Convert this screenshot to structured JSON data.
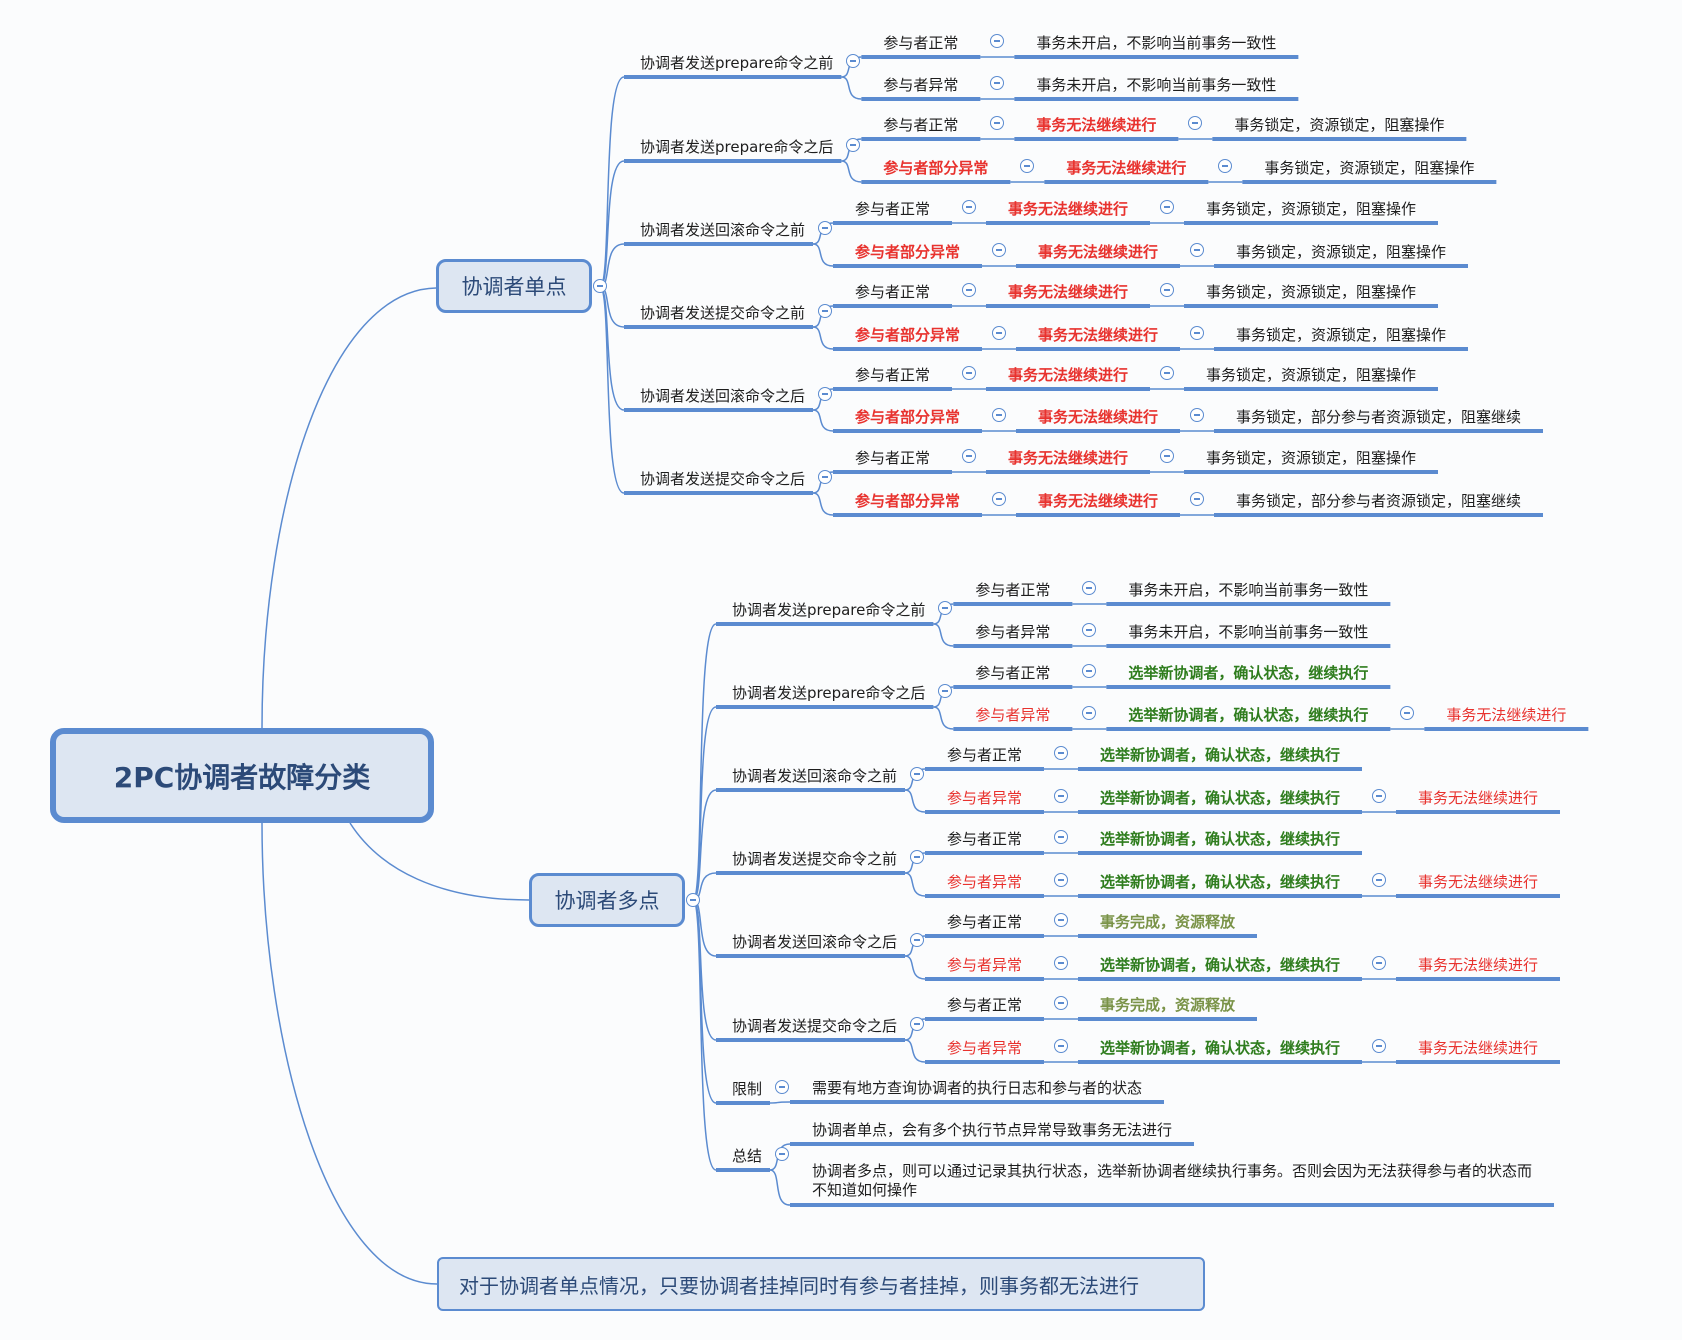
{
  "root": {
    "label": "2PC协调者故障分类"
  },
  "colors": {
    "line": "#5b8bd0",
    "red": "#e8322e",
    "green": "#2f7d1e",
    "olive": "#7a9348",
    "topic_fill": "#dde6f2",
    "topic_text": "#2c4a78"
  },
  "single": {
    "label": "协调者单点",
    "branches": [
      {
        "label": "协调者发送prepare命令之前",
        "rows": [
          {
            "cells": [
              {
                "text": "参与者正常",
                "style": "normal"
              },
              {
                "text": "事务未开启，不影响当前事务一致性",
                "style": "normal"
              }
            ]
          },
          {
            "cells": [
              {
                "text": "参与者异常",
                "style": "normal"
              },
              {
                "text": "事务未开启，不影响当前事务一致性",
                "style": "normal"
              }
            ]
          }
        ]
      },
      {
        "label": "协调者发送prepare命令之后",
        "rows": [
          {
            "cells": [
              {
                "text": "参与者正常",
                "style": "normal"
              },
              {
                "text": "事务无法继续进行",
                "style": "redb"
              },
              {
                "text": "事务锁定，资源锁定，阻塞操作",
                "style": "normal"
              }
            ]
          },
          {
            "cells": [
              {
                "text": "参与者部分异常",
                "style": "redb"
              },
              {
                "text": "事务无法继续进行",
                "style": "redb"
              },
              {
                "text": "事务锁定，资源锁定，阻塞操作",
                "style": "normal"
              }
            ]
          }
        ]
      },
      {
        "label": "协调者发送回滚命令之前",
        "rows": [
          {
            "cells": [
              {
                "text": "参与者正常",
                "style": "normal"
              },
              {
                "text": "事务无法继续进行",
                "style": "redb"
              },
              {
                "text": "事务锁定，资源锁定，阻塞操作",
                "style": "normal"
              }
            ]
          },
          {
            "cells": [
              {
                "text": "参与者部分异常",
                "style": "redb"
              },
              {
                "text": "事务无法继续进行",
                "style": "redb"
              },
              {
                "text": "事务锁定，资源锁定，阻塞操作",
                "style": "normal"
              }
            ]
          }
        ]
      },
      {
        "label": "协调者发送提交命令之前",
        "rows": [
          {
            "cells": [
              {
                "text": "参与者正常",
                "style": "normal"
              },
              {
                "text": "事务无法继续进行",
                "style": "redb"
              },
              {
                "text": "事务锁定，资源锁定，阻塞操作",
                "style": "normal"
              }
            ]
          },
          {
            "cells": [
              {
                "text": "参与者部分异常",
                "style": "redb"
              },
              {
                "text": "事务无法继续进行",
                "style": "redb"
              },
              {
                "text": "事务锁定，资源锁定，阻塞操作",
                "style": "normal"
              }
            ]
          }
        ]
      },
      {
        "label": "协调者发送回滚命令之后",
        "rows": [
          {
            "cells": [
              {
                "text": "参与者正常",
                "style": "normal"
              },
              {
                "text": "事务无法继续进行",
                "style": "redb"
              },
              {
                "text": "事务锁定，资源锁定，阻塞操作",
                "style": "normal"
              }
            ]
          },
          {
            "cells": [
              {
                "text": "参与者部分异常",
                "style": "redb"
              },
              {
                "text": "事务无法继续进行",
                "style": "redb"
              },
              {
                "text": "事务锁定，部分参与者资源锁定，阻塞继续",
                "style": "normal"
              }
            ]
          }
        ]
      },
      {
        "label": "协调者发送提交命令之后",
        "rows": [
          {
            "cells": [
              {
                "text": "参与者正常",
                "style": "normal"
              },
              {
                "text": "事务无法继续进行",
                "style": "redb"
              },
              {
                "text": "事务锁定，资源锁定，阻塞操作",
                "style": "normal"
              }
            ]
          },
          {
            "cells": [
              {
                "text": "参与者部分异常",
                "style": "redb"
              },
              {
                "text": "事务无法继续进行",
                "style": "redb"
              },
              {
                "text": "事务锁定，部分参与者资源锁定，阻塞继续",
                "style": "normal"
              }
            ]
          }
        ]
      }
    ]
  },
  "multi": {
    "label": "协调者多点",
    "branches": [
      {
        "label": "协调者发送prepare命令之前",
        "rows": [
          {
            "cells": [
              {
                "text": "参与者正常",
                "style": "normal"
              },
              {
                "text": "事务未开启，不影响当前事务一致性",
                "style": "normal"
              }
            ]
          },
          {
            "cells": [
              {
                "text": "参与者异常",
                "style": "normal"
              },
              {
                "text": "事务未开启，不影响当前事务一致性",
                "style": "normal"
              }
            ]
          }
        ]
      },
      {
        "label": "协调者发送prepare命令之后",
        "rows": [
          {
            "cells": [
              {
                "text": "参与者正常",
                "style": "normal"
              },
              {
                "text": "选举新协调者，确认状态，继续执行",
                "style": "green"
              }
            ]
          },
          {
            "cells": [
              {
                "text": "参与者异常",
                "style": "red"
              },
              {
                "text": "选举新协调者，确认状态，继续执行",
                "style": "green"
              },
              {
                "text": "事务无法继续进行",
                "style": "red"
              }
            ]
          }
        ]
      },
      {
        "label": "协调者发送回滚命令之前",
        "rows": [
          {
            "cells": [
              {
                "text": "参与者正常",
                "style": "normal"
              },
              {
                "text": "选举新协调者，确认状态，继续执行",
                "style": "green"
              }
            ]
          },
          {
            "cells": [
              {
                "text": "参与者异常",
                "style": "red"
              },
              {
                "text": "选举新协调者，确认状态，继续执行",
                "style": "green"
              },
              {
                "text": "事务无法继续进行",
                "style": "red"
              }
            ]
          }
        ]
      },
      {
        "label": "协调者发送提交命令之前",
        "rows": [
          {
            "cells": [
              {
                "text": "参与者正常",
                "style": "normal"
              },
              {
                "text": "选举新协调者，确认状态，继续执行",
                "style": "green"
              }
            ]
          },
          {
            "cells": [
              {
                "text": "参与者异常",
                "style": "red"
              },
              {
                "text": "选举新协调者，确认状态，继续执行",
                "style": "green"
              },
              {
                "text": "事务无法继续进行",
                "style": "red"
              }
            ]
          }
        ]
      },
      {
        "label": "协调者发送回滚命令之后",
        "rows": [
          {
            "cells": [
              {
                "text": "参与者正常",
                "style": "normal"
              },
              {
                "text": "事务完成，资源释放",
                "style": "olive"
              }
            ]
          },
          {
            "cells": [
              {
                "text": "参与者异常",
                "style": "red"
              },
              {
                "text": "选举新协调者，确认状态，继续执行",
                "style": "green"
              },
              {
                "text": "事务无法继续进行",
                "style": "red"
              }
            ]
          }
        ]
      },
      {
        "label": "协调者发送提交命令之后",
        "rows": [
          {
            "cells": [
              {
                "text": "参与者正常",
                "style": "normal"
              },
              {
                "text": "事务完成，资源释放",
                "style": "olive"
              }
            ]
          },
          {
            "cells": [
              {
                "text": "参与者异常",
                "style": "red"
              },
              {
                "text": "选举新协调者，确认状态，继续执行",
                "style": "green"
              },
              {
                "text": "事务无法继续进行",
                "style": "red"
              }
            ]
          }
        ]
      },
      {
        "label": "限制",
        "rows": [
          {
            "cells": [
              {
                "text": "需要有地方查询协调者的执行日志和参与者的状态",
                "style": "normal"
              }
            ]
          }
        ]
      },
      {
        "label": "总结",
        "rows": [
          {
            "cells": [
              {
                "text": "协调者单点，会有多个执行节点异常导致事务无法进行",
                "style": "normal"
              }
            ]
          },
          {
            "cells": [
              {
                "text": "协调者多点，则可以通过记录其执行状态，选举新协调者继续执行事务。否则会因为无法获得参与者的状态而\n不知道如何操作",
                "style": "normal"
              }
            ]
          }
        ]
      }
    ]
  },
  "note": {
    "label": "对于协调者单点情况，只要协调者挂掉同时有参与者挂掉，则事务都无法进行"
  }
}
